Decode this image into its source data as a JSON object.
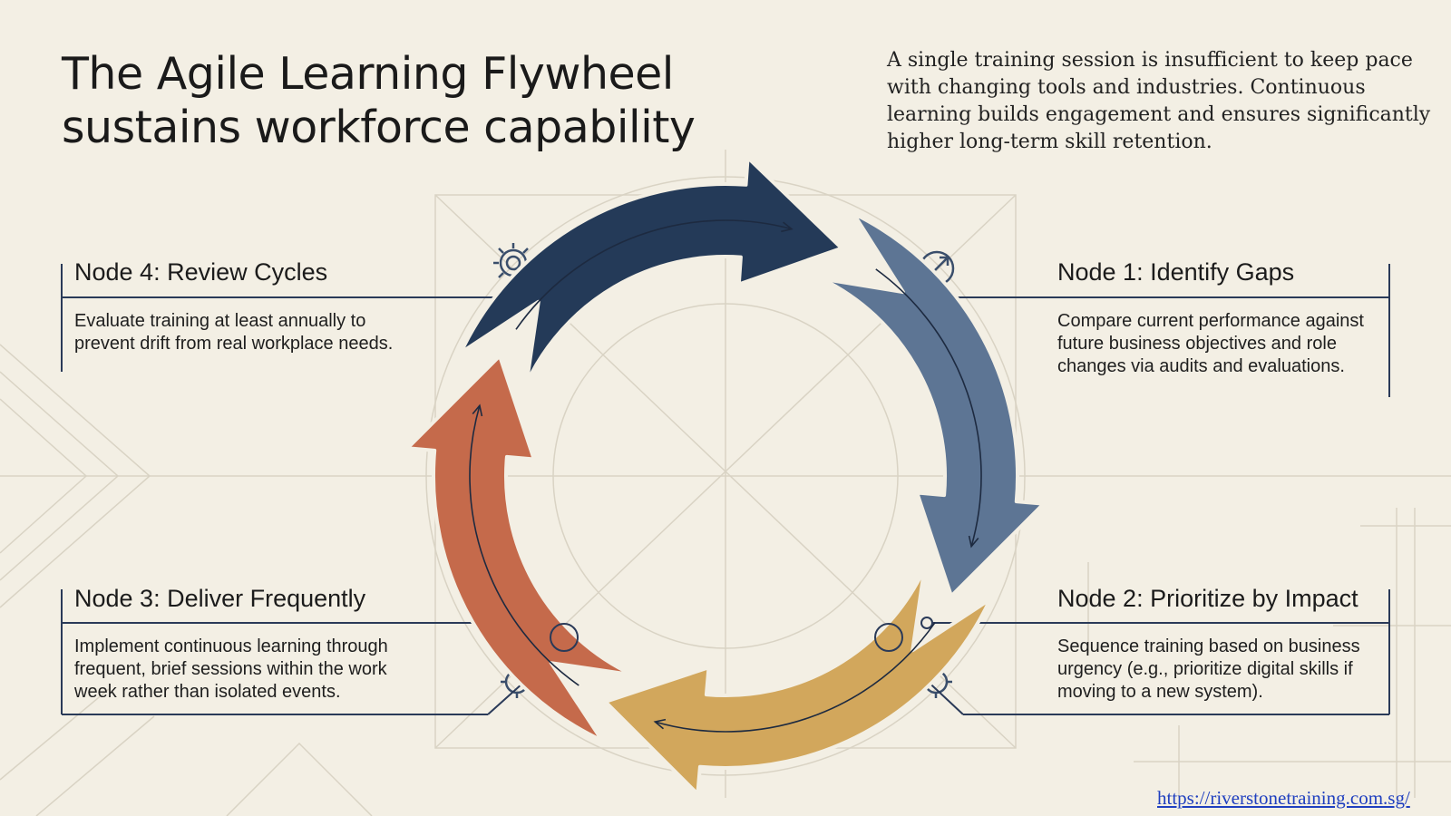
{
  "title": {
    "line1": "The Agile Learning Flywheel",
    "line2": "sustains workforce capability"
  },
  "intro": "A single training session is insufficient to keep pace with changing tools and industries. Continuous learning builds engagement and ensures significantly higher long-term skill retention.",
  "nodes": [
    {
      "title": "Node 1: Identify Gaps",
      "description": "Compare current performance against future business objectives and role changes via audits and evaluations.",
      "color": "#5d7594"
    },
    {
      "title": "Node 2: Prioritize by Impact",
      "description": "Sequence training based on business urgency (e.g., prioritize digital skills if moving to a new system).",
      "color": "#d2a75c"
    },
    {
      "title": "Node 3: Deliver Frequently",
      "description": "Implement continuous learning through frequent, brief sessions within the work week rather than isolated events.",
      "color": "#c56a4b"
    },
    {
      "title": "Node 4: Review Cycles",
      "description": "Evaluate training at least annually to prevent drift from real workplace needs.",
      "color": "#243a58"
    }
  ],
  "colors": {
    "background": "#f3efe4",
    "line": "#2a3a58",
    "link": "#1f3fbf"
  },
  "icons": [
    "gear-icon",
    "target-arrow-icon",
    "target-icon"
  ],
  "source_url": "https://riverstonetraining.com.sg/"
}
